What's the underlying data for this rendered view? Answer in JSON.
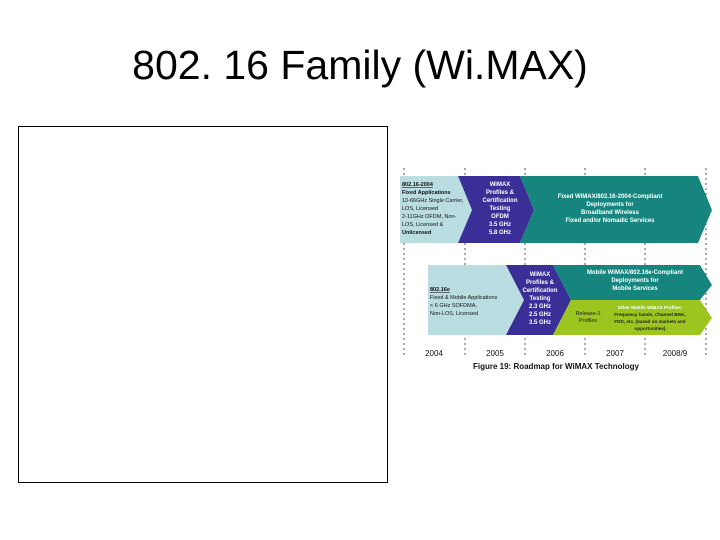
{
  "slide": {
    "title": "802. 16 Family (Wi.MAX)"
  },
  "figure": {
    "caption": "Figure 19: Roadmap for WiMAX Technology",
    "years": [
      "2004",
      "2005",
      "2006",
      "2007",
      "2008/9"
    ],
    "row1": {
      "std_title": "802.16-2004",
      "std_lines": [
        "Fixed Applications",
        "10-66GHz Single Carrier,",
        "LOS, Licensed",
        "2-11GHz OFDM, Non-",
        "LOS, Licensed &",
        "Unlicensed"
      ],
      "cert_lines": [
        "WiMAX",
        "Profiles &",
        "Certification",
        "Testing",
        "OFDM",
        "3.5 GHz",
        "5.8 GHz"
      ],
      "deploy_lines": [
        "Fixed WiMAX/802.16-2004-Compliant",
        "Deployments for",
        "Broadband Wireless",
        "Fixed and/or Nomadic Services"
      ]
    },
    "row2": {
      "std_title": "802.16e",
      "std_lines": [
        "Fixed & Mobile Applications",
        "< 6 GHz SOFDMA,",
        "Non-LOS, Licensed"
      ],
      "cert_lines": [
        "WiMAX",
        "Profiles &",
        "Certification",
        "Testing",
        "2.3 GHz",
        "2.5 GHz",
        "3.5 GHz"
      ],
      "deploy_lines": [
        "Mobile WiMAX/802.16e-Compliant",
        "Deployments for",
        "Mobile Services"
      ],
      "release_lines": [
        "Release-1",
        "Profiles"
      ],
      "other_lines": [
        "Other Mobile WiMAX Profiles:",
        "Frequency bands, Channel BWs,",
        "FDD, etc. (based on markets and",
        "opportunities)"
      ]
    },
    "colors": {
      "light_blue": "#b9dde0",
      "purple": "#3a2f96",
      "teal": "#16857e",
      "green": "#9cc61f"
    }
  }
}
